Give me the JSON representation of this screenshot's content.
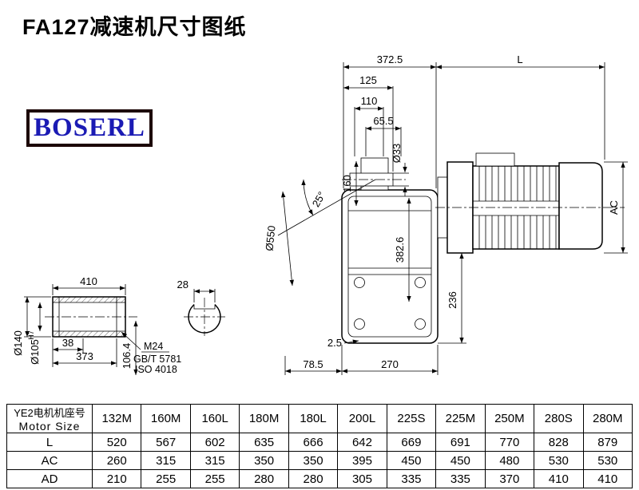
{
  "title": "FA127减速机尺寸图纸",
  "logo_text": "BOSERL",
  "drawing": {
    "dim_372_5": "372.5",
    "dim_L": "L",
    "dim_125": "125",
    "dim_110": "110",
    "dim_65_5": "65.5",
    "dim_o33": "Ø33",
    "dim_160": "160",
    "dim_25deg": "25°",
    "dim_o550": "Ø550",
    "dim_382_6": "382.6",
    "dim_AC": "AC",
    "dim_236": "236",
    "dim_2_5": "2.5",
    "dim_78_5": "78.5",
    "dim_270": "270",
    "dim_410": "410",
    "dim_o140": "Ø140",
    "dim_o105": "Ø105",
    "dim_o105_tol": "H7",
    "dim_38": "38",
    "dim_373": "373",
    "dim_106_4": "106.4",
    "dim_28": "28",
    "note_m24": "M24",
    "note_gb": "GB/T 5781",
    "note_iso": "ISO 4018"
  },
  "table": {
    "header_cn": "YE2电机机座号",
    "header_en": "Motor Size",
    "columns": [
      "132M",
      "160M",
      "160L",
      "180M",
      "180L",
      "200L",
      "225S",
      "225M",
      "250M",
      "280S",
      "280M"
    ],
    "rows": [
      {
        "label": "L",
        "values": [
          "520",
          "567",
          "602",
          "635",
          "666",
          "642",
          "669",
          "691",
          "770",
          "828",
          "879"
        ]
      },
      {
        "label": "AC",
        "values": [
          "260",
          "315",
          "315",
          "350",
          "350",
          "395",
          "450",
          "450",
          "480",
          "530",
          "530"
        ]
      },
      {
        "label": "AD",
        "values": [
          "210",
          "255",
          "255",
          "280",
          "280",
          "305",
          "335",
          "335",
          "370",
          "410",
          "410"
        ]
      }
    ]
  }
}
